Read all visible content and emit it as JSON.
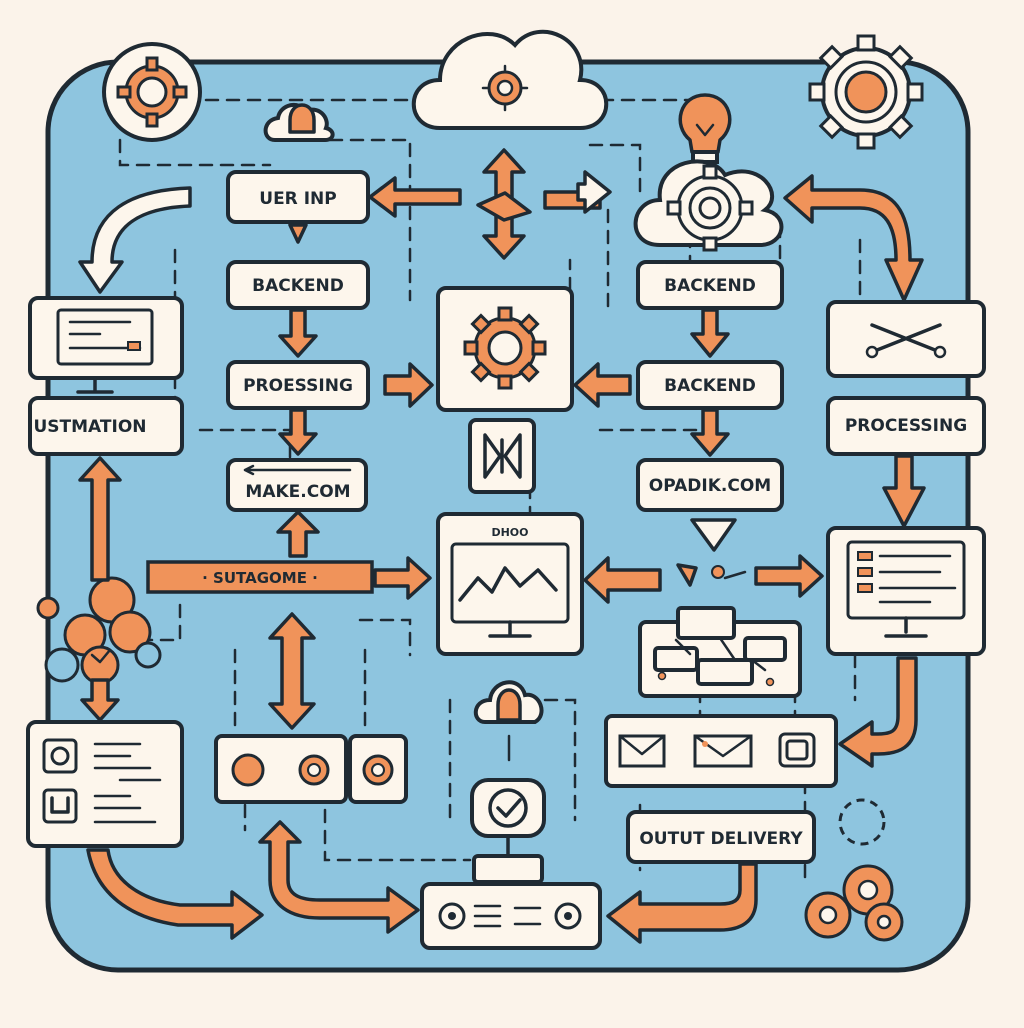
{
  "labels": {
    "user_input": "UER INP",
    "backend_left": "BACKEND",
    "processing_left": "PROESSING",
    "make_com": "MAKE.COM",
    "outcome_bar": "· SUTAGOME ·",
    "automation": "USTMATION",
    "backend_right_top": "BACKEND",
    "backend_right_mid": "BACKEND",
    "opadik_com": "OPADIK.COM",
    "processing_right": "PROCESSING",
    "output_delivery": "OUTUT DELIVERY",
    "monitor_title": "DHOO"
  },
  "icons": [
    "gear-icon",
    "cloud-icon",
    "lightbulb-icon",
    "monitor-icon",
    "checkmark-icon",
    "envelope-icon",
    "chart-icon",
    "hourglass-icon",
    "tools-icon",
    "list-icon"
  ],
  "colors": {
    "background": "#fbf3ea",
    "panel": "#8ec5df",
    "box_fill": "#fdf6ec",
    "accent_orange": "#f0935a",
    "ink": "#1f2a33"
  }
}
